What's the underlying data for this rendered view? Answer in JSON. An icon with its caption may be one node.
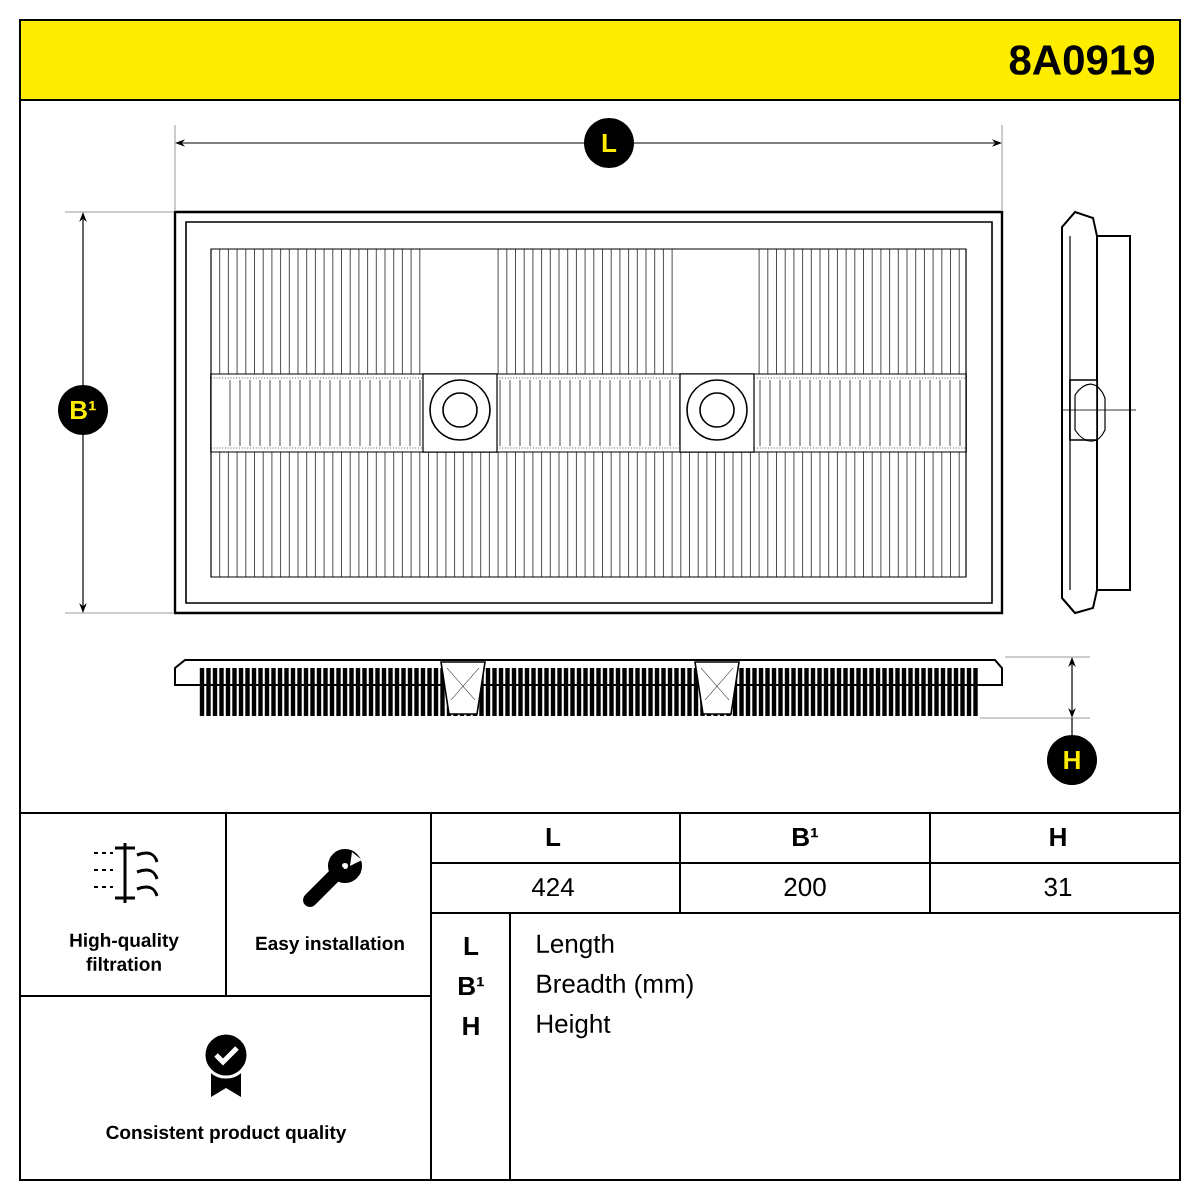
{
  "diagram": {
    "labels": [
      "8A0919",
      "L",
      "B¹",
      "H",
      "High-quality filtration",
      "Easy installation",
      "L",
      "B¹",
      "H",
      "424",
      "200",
      "31",
      "L",
      "Length",
      "B¹",
      "Breadth (mm)",
      "H",
      "Height",
      "Consistent product quality"
    ]
  }
}
